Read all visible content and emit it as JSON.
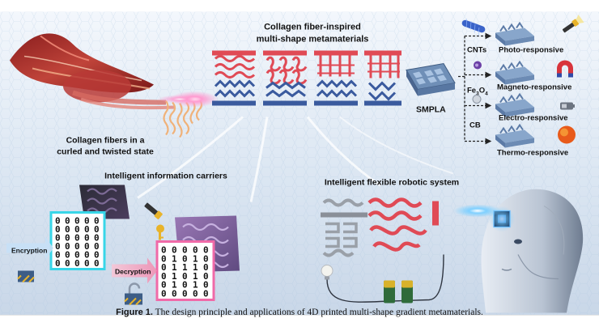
{
  "title": {
    "line1": "Collagen fiber-inspired",
    "line2": "multi-shape metamaterials"
  },
  "collagen_label": {
    "line1": "Collagen fibers in a",
    "line2": "curled and twisted state"
  },
  "smpla_label": "SMPLA",
  "fillers": [
    {
      "label": "CNTs",
      "sub": ""
    },
    {
      "label": "Fe",
      "sub1": "3",
      "mid": "O",
      "sub2": "4"
    },
    {
      "label": "CB",
      "sub": ""
    }
  ],
  "responses": [
    {
      "label": "Photo-responsive",
      "icon": "flashlight-icon"
    },
    {
      "label": "Magneto-responsive",
      "icon": "magnet-icon"
    },
    {
      "label": "Electro-responsive",
      "icon": "battery-icon"
    },
    {
      "label": "Thermo-responsive",
      "icon": "sun-icon"
    }
  ],
  "info_carriers": {
    "title": "Intelligent information carriers",
    "encryption": "Encryption",
    "decryption": "Decryption",
    "left_grid": [
      [
        "0",
        "0",
        "0",
        "0",
        "0"
      ],
      [
        "0",
        "0",
        "0",
        "0",
        "0"
      ],
      [
        "0",
        "0",
        "0",
        "0",
        "0"
      ],
      [
        "0",
        "0",
        "0",
        "0",
        "0"
      ],
      [
        "0",
        "0",
        "0",
        "0",
        "0"
      ],
      [
        "0",
        "0",
        "0",
        "0",
        "0"
      ]
    ],
    "right_grid": [
      [
        "0",
        "0",
        "0",
        "0",
        "0"
      ],
      [
        "0",
        "1",
        "0",
        "1",
        "0"
      ],
      [
        "0",
        "1",
        "1",
        "1",
        "0"
      ],
      [
        "0",
        "1",
        "0",
        "1",
        "0"
      ],
      [
        "0",
        "1",
        "0",
        "1",
        "0"
      ],
      [
        "0",
        "0",
        "0",
        "0",
        "0"
      ]
    ]
  },
  "robotic": {
    "title": "Intelligent flexible robotic system"
  },
  "caption": {
    "label": "Figure 1.",
    "text": "The design principle and applications of 4D printed multi-shape gradient metamaterials."
  },
  "colors": {
    "red": "#e04a55",
    "blue": "#3a5a9e",
    "cyan": "#38d6e8",
    "pink": "#f06aa8",
    "sky": "#dfe9f4"
  }
}
